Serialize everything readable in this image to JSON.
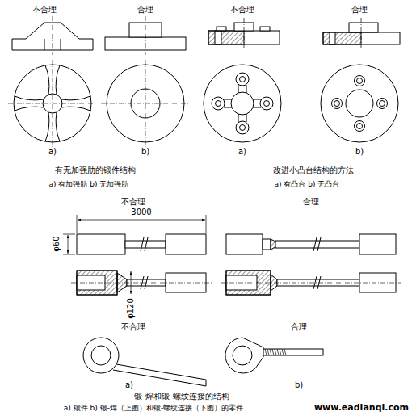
{
  "diagram": {
    "labels": [
      "不合理",
      "合理",
      "a)",
      "b)",
      "有无加强肋的锻件结构",
      "a) 有加强肋 b) 无加强肋",
      "不合理",
      "合理",
      "a)",
      "b)",
      "改进小凸台结构的方法",
      "a) 有凸台 b) 无凸台",
      "不合理",
      "合理",
      "3000",
      "φ60",
      "φ120",
      "不合理",
      "合理",
      "a)",
      "b)",
      "锻-焊和锻-螺纹连接的结构",
      "a) 锻件 b) 锻-焊（上图）和锻-螺纹连接（下图）的零件",
      "www.eadianqi.com"
    ]
  }
}
